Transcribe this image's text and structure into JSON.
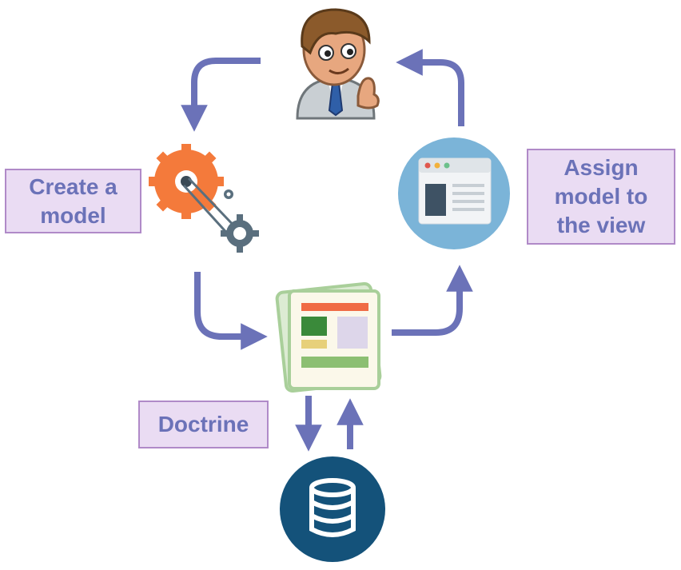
{
  "labels": {
    "create_model": "Create a\nmodel",
    "assign_model": "Assign\nmodel to\nthe view",
    "doctrine": "Doctrine"
  },
  "colors": {
    "arrow": "#6b72b8",
    "label_fill": "#eadcf3",
    "label_border": "#b08ac8",
    "label_text": "#6b72b8",
    "gear_orange": "#f47a3b",
    "gear_gray": "#5a6f7e",
    "view_circle": "#7bb4d8",
    "database_circle": "#14527a",
    "document_green": "#a9cf9a"
  },
  "icons": {
    "user": "user-avatar-icon",
    "model": "gears-icon",
    "view": "browser-window-icon",
    "template": "document-layout-icon",
    "database": "database-icon"
  }
}
